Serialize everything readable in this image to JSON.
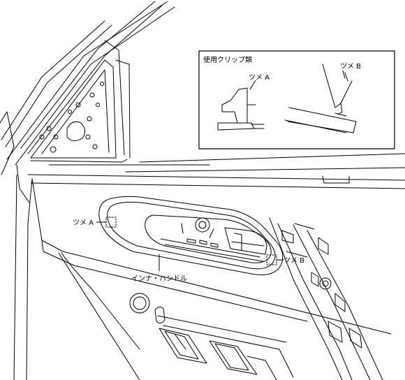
{
  "inset": {
    "title": "使用クリップ類",
    "claw_a_label": "ツメ A",
    "claw_b_label": "ツメ B"
  },
  "callouts": {
    "claw_a": "ツメ A",
    "claw_b": "ツメ B",
    "inner_handle": "インナ・ハンドル"
  }
}
